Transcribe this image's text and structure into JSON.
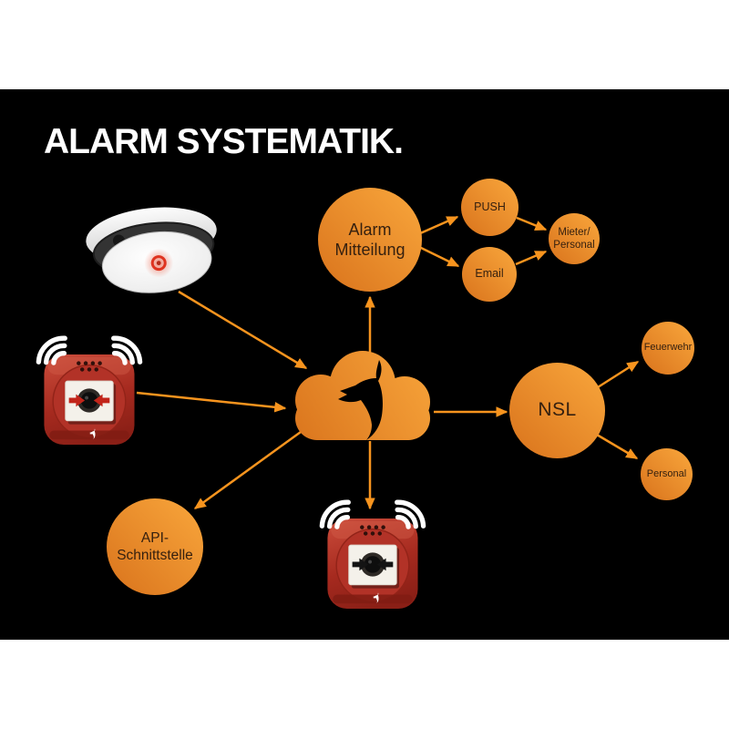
{
  "title": "ALARM SYSTEMATIK.",
  "colors": {
    "background_black": "#000000",
    "page_white": "#ffffff",
    "node_gradient_light": "#F9A73C",
    "node_gradient_dark": "#D9731C",
    "arrow_orange": "#F7941E",
    "device_red": "#B5332A",
    "label_text": "#35200F",
    "title_text": "#ffffff"
  },
  "nodes": {
    "alarm_mitteilung": {
      "label": "Alarm\nMitteilung"
    },
    "push": {
      "label": "PUSH"
    },
    "email": {
      "label": "Email"
    },
    "mieter_personal": {
      "label": "Mieter/\nPersonal"
    },
    "nsl": {
      "label": "NSL"
    },
    "feuerwehr": {
      "label": "Feuerwehr"
    },
    "personal": {
      "label": "Personal"
    },
    "api_schnittstelle": {
      "label": "API-\nSchnittstelle"
    }
  },
  "icons": {
    "smoke_detector": "smoke-detector-photo",
    "call_point_left": "wireless-fire-call-point",
    "call_point_bottom": "wireless-fire-call-point",
    "cloud": "cloud-with-wolf-logo"
  },
  "edges": [
    {
      "from": "smoke-detector",
      "to": "cloud"
    },
    {
      "from": "call-point-left",
      "to": "cloud"
    },
    {
      "from": "cloud",
      "to": "alarm-mitteilung"
    },
    {
      "from": "alarm-mitteilung",
      "to": "push"
    },
    {
      "from": "alarm-mitteilung",
      "to": "email"
    },
    {
      "from": "push",
      "to": "mieter-personal"
    },
    {
      "from": "email",
      "to": "mieter-personal"
    },
    {
      "from": "cloud",
      "to": "nsl"
    },
    {
      "from": "nsl",
      "to": "feuerwehr"
    },
    {
      "from": "nsl",
      "to": "personal"
    },
    {
      "from": "cloud",
      "to": "api-schnittstelle"
    },
    {
      "from": "cloud",
      "to": "call-point-bottom"
    }
  ]
}
